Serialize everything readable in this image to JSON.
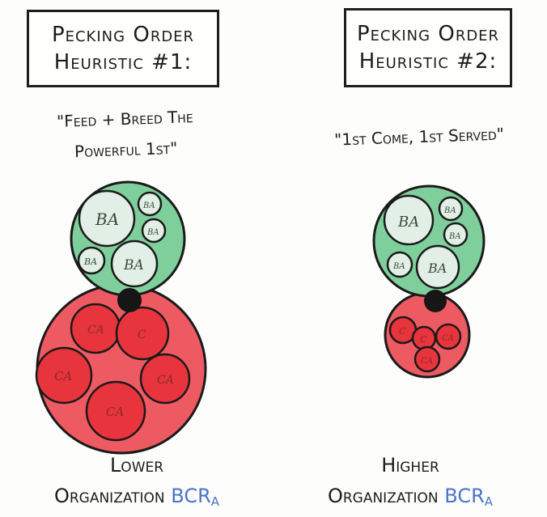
{
  "left": {
    "title_line1": "Pecking Order",
    "title_line2": "Heuristic #1:",
    "quote_line1": "\"Feed + Breed The",
    "quote_line2": "Powerful 1st\"",
    "outcome_line1": "Lower",
    "outcome_line2": "Organization",
    "bcr": "BCR",
    "bcr_sub": "A",
    "green_labels": [
      "BA",
      "BA",
      "BA",
      "BA",
      "BA"
    ],
    "red_labels": [
      "CA",
      "C",
      "CA",
      "CA",
      "CA"
    ]
  },
  "right": {
    "title_line1": "Pecking Order",
    "title_line2": "Heuristic #2:",
    "quote_line1": "\"1st Come, 1st Served\"",
    "outcome_line1": "Higher",
    "outcome_line2": "Organization",
    "bcr": "BCR",
    "bcr_sub": "A",
    "green_labels": [
      "BA",
      "BA",
      "BA",
      "BA",
      "BA"
    ],
    "red_labels": [
      "C",
      "C",
      "CA",
      "CA"
    ]
  },
  "colors": {
    "green_fill": "#7fcf9c",
    "green_inner": "#e2efe6",
    "red_fill": "#ee5a62",
    "red_inner": "#e8343d",
    "junction": "#161616",
    "bcr_blue": "#4a74c9"
  }
}
